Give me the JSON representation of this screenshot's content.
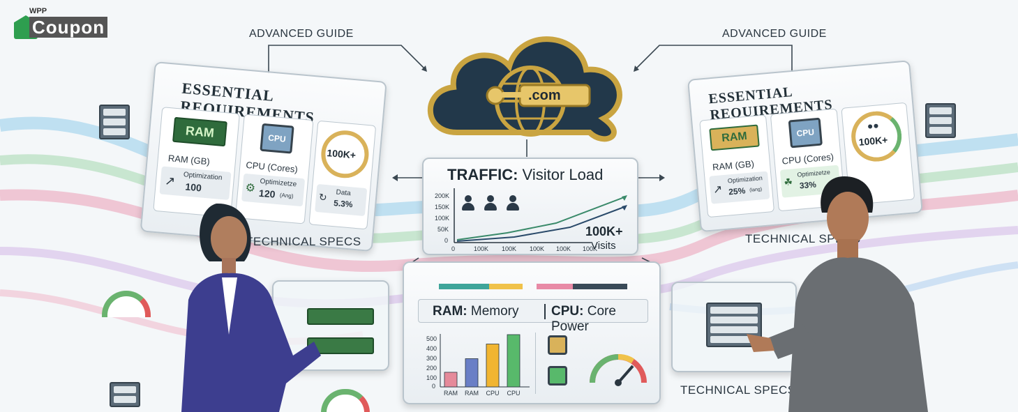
{
  "brand": {
    "top": "WPP",
    "main": "Coupon"
  },
  "guide_left": "ADVANCED GUIDE",
  "guide_right": "ADVANCED GUIDE",
  "left_panel": {
    "title": "Essential Requirements",
    "ram_chip": "RAM",
    "ram_label": "RAM (GB)",
    "ram_opt": "Optimization",
    "ram_val": "100",
    "cpu_chip": "CPU",
    "cpu_label": "CPU (Cores)",
    "cpu_opt": "Optimizetze",
    "cpu_val": "120",
    "cpu_unit": "(Ang)",
    "gauge_val": "100K+",
    "data_label": "Data",
    "data_val": "5.3%",
    "caption": "TECHNICAL SPECS"
  },
  "right_panel": {
    "title": "Essential Requirements",
    "ram_chip": "RAM",
    "ram_label": "RAM (GB)",
    "ram_opt": "Optimization",
    "ram_val": "25%",
    "ram_unit": "(lang)",
    "cpu_chip": "CPU",
    "cpu_label": "CPU (Cores)",
    "cpu_opt": "Optimizetze",
    "cpu_val": "33%",
    "gauge_val": "100K+",
    "caption": "TECHNICAL SPECS"
  },
  "cloud": {
    "domain": ".com"
  },
  "traffic": {
    "title_bold": "TRAFFIC:",
    "title_rest": "Visitor Load",
    "y_ticks": [
      "200K",
      "150K",
      "100K",
      "50K",
      "0"
    ],
    "x_ticks": [
      "0",
      "100K",
      "100K",
      "100K",
      "100K",
      "100K"
    ],
    "big": "100K+",
    "big_sub": "Visits"
  },
  "resources": {
    "ram_bold": "RAM:",
    "ram_rest": "Memory",
    "cpu_bold": "CPU:",
    "cpu_rest": "Core Power",
    "y_ticks": [
      "500",
      "400",
      "300",
      "200",
      "100",
      "0"
    ]
  },
  "bottom_caption": "TECHNICAL SPECS",
  "chart_data": {
    "type": "bar",
    "categories": [
      "RAM",
      "RAM",
      "CPU",
      "CPU"
    ],
    "values": [
      140,
      270,
      410,
      500
    ],
    "ylim": [
      0,
      500
    ],
    "colors": [
      "#e58a9a",
      "#6a7fc6",
      "#f1b531",
      "#58b96b"
    ]
  }
}
